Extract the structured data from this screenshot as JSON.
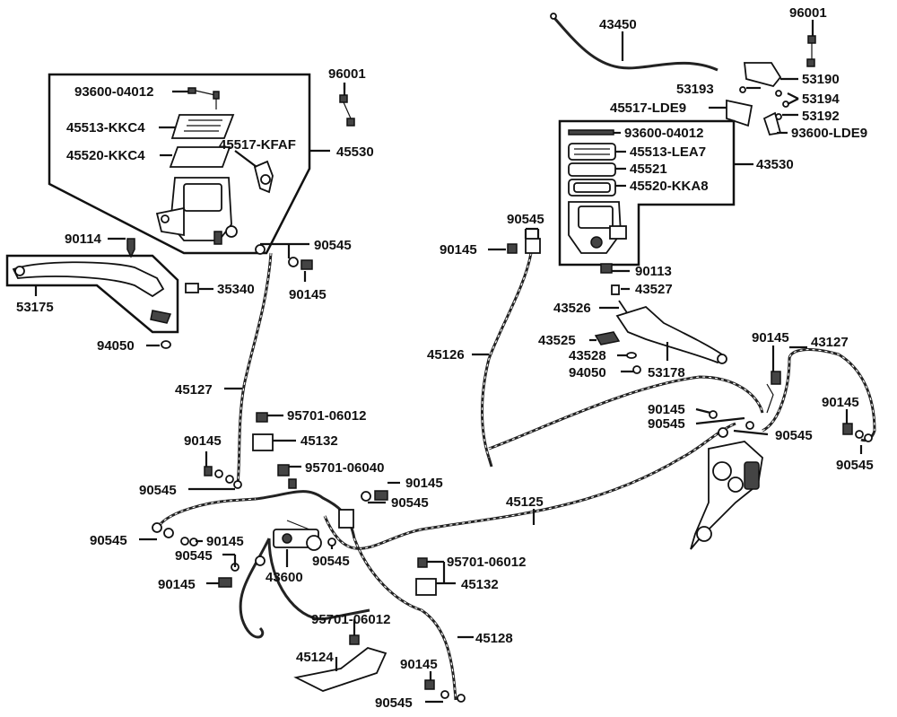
{
  "diagram": {
    "labels": {
      "p96001_a": "96001",
      "p93600_04012_a": "93600-04012",
      "p45513_kkc4": "45513-KKC4",
      "p45520_kkc4": "45520-KKC4",
      "p45517_kfaf": "45517-KFAF",
      "p45530": "45530",
      "p90114": "90114",
      "p90545_a": "90545",
      "p90145_a": "90145",
      "p35340": "35340",
      "p53175": "53175",
      "p94050_a": "94050",
      "p45127_a": "45127",
      "p95701_06012_a": "95701-06012",
      "p90145_b": "90145",
      "p45132_a": "45132",
      "p95701_06040": "95701-06040",
      "p90545_b": "90545",
      "p90145_c": "90145",
      "p90545_c": "90545",
      "p90545_d": "90545",
      "p90145_d": "90145",
      "p90545_e": "90545",
      "p90145_e": "90145",
      "p43600": "43600",
      "p90545_f": "90545",
      "p95701_06012_b": "95701-06012",
      "p45132_b": "45132",
      "p95701_06012_c": "95701-06012",
      "p45124": "45124",
      "p45128": "45128",
      "p90145_f": "90145",
      "p90545_g": "90545",
      "p45125": "45125",
      "p43450": "43450",
      "p96001_b": "96001",
      "p53190": "53190",
      "p53193": "53193",
      "p53194": "53194",
      "p45517_lde9": "45517-LDE9",
      "p53192": "53192",
      "p93600_lde9": "93600-LDE9",
      "p93600_04012_b": "93600-04012",
      "p45513_lea7": "45513-LEA7",
      "p45521": "45521",
      "p45520_kka8": "45520-KKA8",
      "p43530": "43530",
      "p90545_h": "90545",
      "p90145_g": "90145",
      "p90113": "90113",
      "p43527": "43527",
      "p43526": "43526",
      "p45126": "45126",
      "p43525": "43525",
      "p43528": "43528",
      "p94050_b": "94050",
      "p53178": "53178",
      "p90145_h": "90145",
      "p43127": "43127",
      "p90145_i": "90145",
      "p90545_i": "90545",
      "p90545_j": "90545",
      "p90145_j": "90145",
      "p90545_k": "90545"
    }
  }
}
